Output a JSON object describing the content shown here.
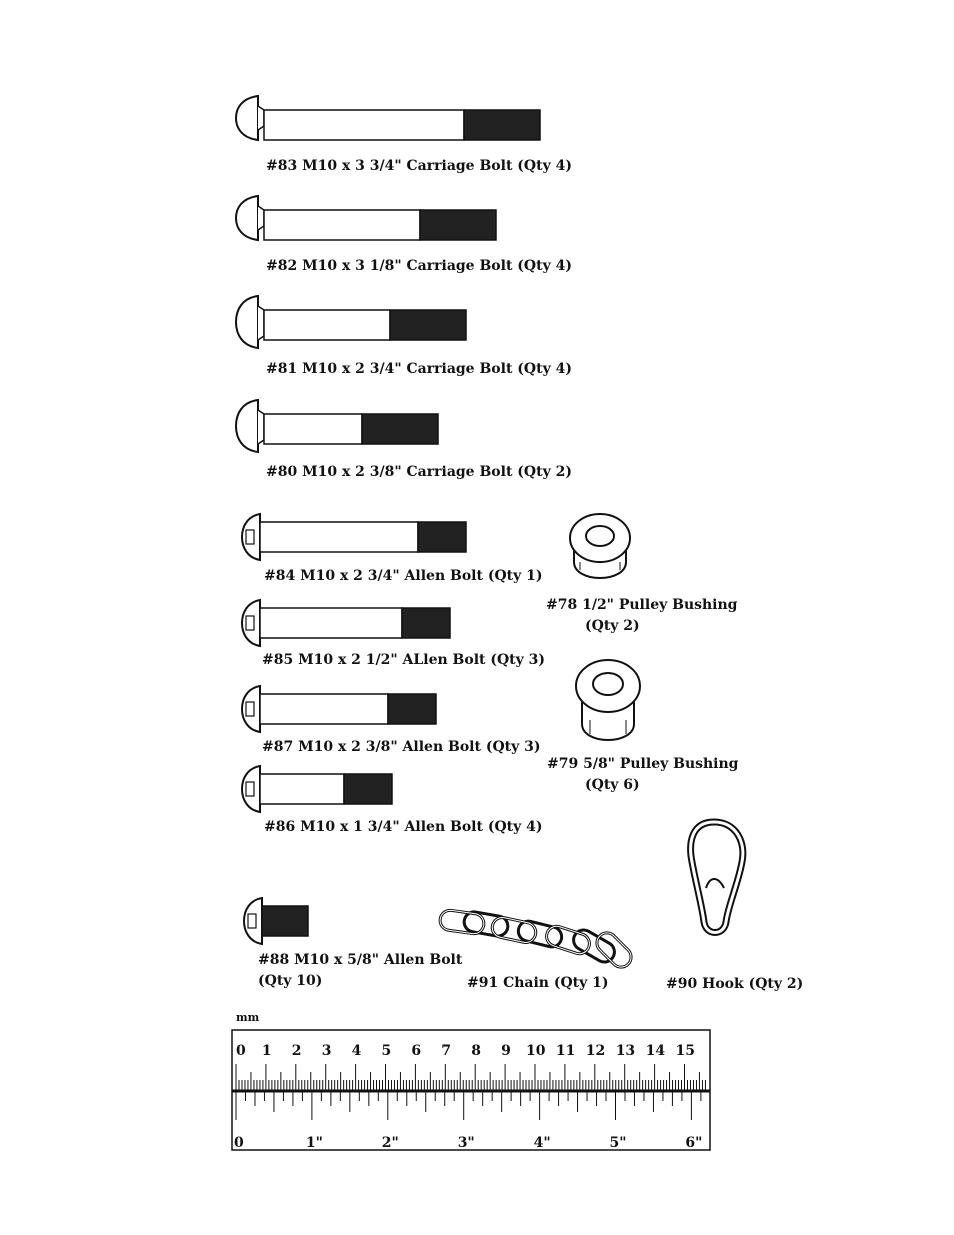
{
  "parts": {
    "p83": {
      "label": "#83 M10 x 3 3/4\" Carriage Bolt (Qty 4)"
    },
    "p82": {
      "label": "#82 M10 x 3 1/8\" Carriage Bolt (Qty 4)"
    },
    "p81": {
      "label": "#81 M10 x 2 3/4\" Carriage Bolt (Qty 4)"
    },
    "p80": {
      "label": "#80 M10 x 2 3/8\" Carriage Bolt (Qty 2)"
    },
    "p84": {
      "label": "#84 M10 x 2 3/4\" Allen Bolt (Qty 1)"
    },
    "p85": {
      "label": "#85 M10 x 2 1/2\" ALlen Bolt (Qty 3)"
    },
    "p87": {
      "label": "#87 M10 x 2 3/8\" Allen Bolt (Qty 3)"
    },
    "p86": {
      "label": "#86 M10 x 1 3/4\" Allen Bolt (Qty 4)"
    },
    "p88": {
      "label": "#88 M10 x 5/8\" Allen Bolt",
      "qty": "(Qty 10)"
    },
    "p78": {
      "label": "#78 1/2\" Pulley Bushing",
      "qty": "(Qty 2)"
    },
    "p79": {
      "label": "#79 5/8\" Pulley Bushing",
      "qty": "(Qty 6)"
    },
    "p91": {
      "label": "#91 Chain (Qty 1)"
    },
    "p90": {
      "label": "#90 Hook (Qty 2)"
    }
  },
  "ruler": {
    "unit_label": "mm",
    "cm_labels": [
      "0",
      "1",
      "2",
      "3",
      "4",
      "5",
      "6",
      "7",
      "8",
      "9",
      "10",
      "11",
      "12",
      "13",
      "14",
      "15"
    ],
    "inch_labels": [
      "0",
      "1\"",
      "2\"",
      "3\"",
      "4\"",
      "5\"",
      "6\""
    ]
  }
}
